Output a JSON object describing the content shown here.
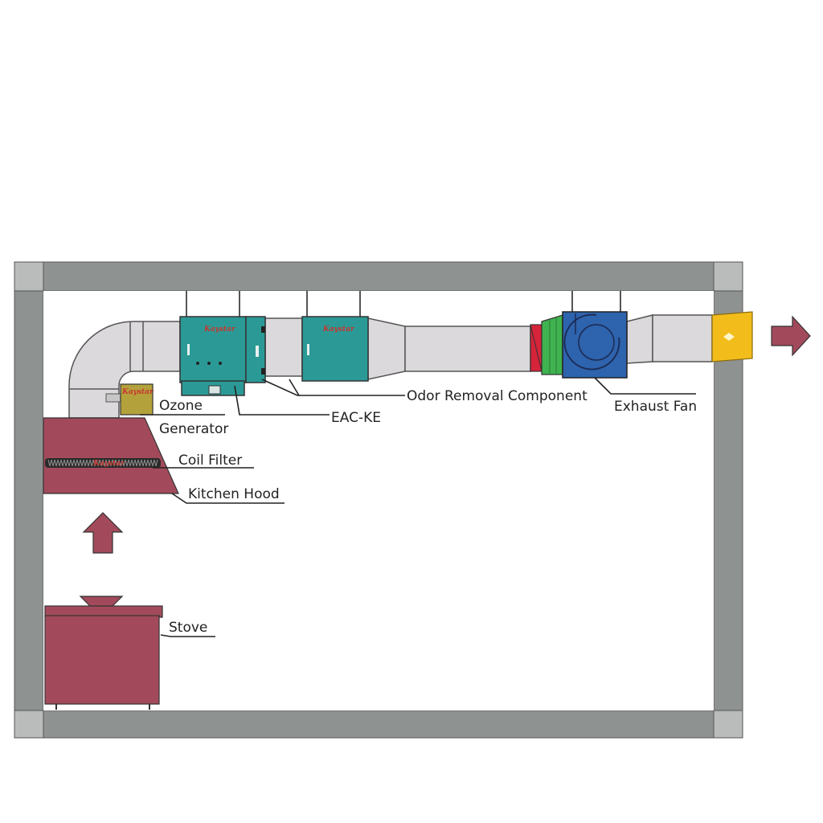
{
  "labels": {
    "ozone_line1": "Ozone",
    "ozone_line2": "Generator",
    "eac_ke": "EAC-KE",
    "odor_removal": "Odor Removal Component",
    "exhaust_fan": "Exhaust Fan",
    "coil_filter": "Coil Filter",
    "kitchen_hood": "Kitchen Hood",
    "stove": "Stove"
  },
  "brand": "Kaystar",
  "colors": {
    "wall": "#8e9290",
    "wall_corner": "#b9bcbb",
    "duct": "#dcd9dc",
    "hood": "#a24a5b",
    "eac": "#2b9a96",
    "fan": "#2e63ad",
    "flex_green": "#3fb34f",
    "damper_red": "#d6243a",
    "outlet_yellow": "#f2bd1b",
    "ozone": "#b3a23c",
    "arrow": "#a24a5b"
  },
  "icons": {
    "up_arrow": "up-arrow-icon",
    "right_arrow": "right-arrow-icon"
  }
}
